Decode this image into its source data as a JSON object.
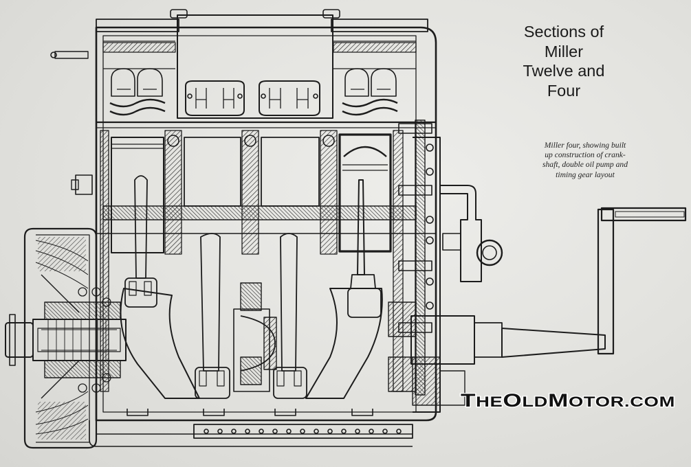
{
  "title_lines": [
    "Sections of",
    "Miller",
    "Twelve and",
    "Four"
  ],
  "caption_lines": [
    "Miller four, showing built",
    "up construction of crank-",
    "shaft, double oil pump and",
    "timing gear layout"
  ],
  "watermark": "TheOldMotor.com",
  "colors": {
    "ink": "#1a1a1a",
    "paper": "#e4e4e1",
    "watermark_fill": "#111111",
    "watermark_stroke": "#ffffff"
  }
}
